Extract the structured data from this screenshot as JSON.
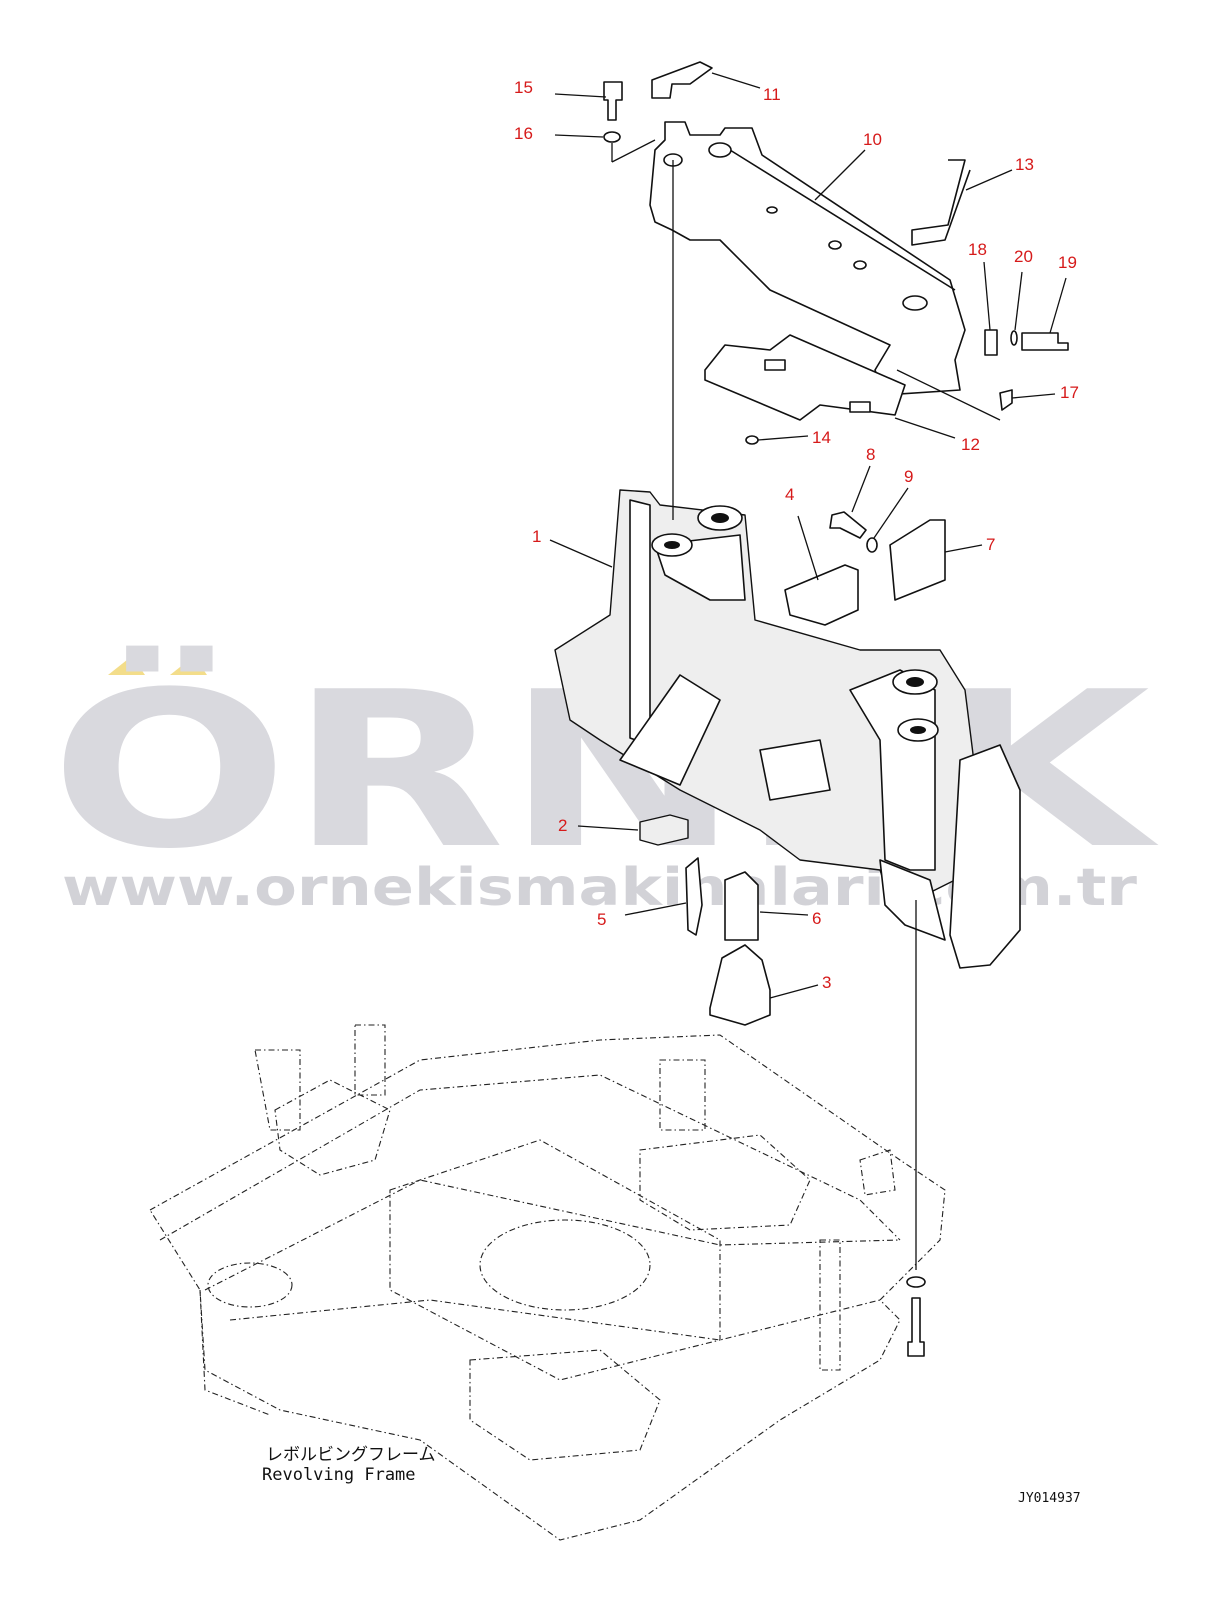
{
  "callouts": {
    "c1": "1",
    "c2": "2",
    "c3": "3",
    "c4": "4",
    "c5": "5",
    "c6": "6",
    "c7": "7",
    "c8": "8",
    "c9": "9",
    "c10": "10",
    "c11": "11",
    "c12": "12",
    "c13": "13",
    "c14": "14",
    "c15": "15",
    "c16": "16",
    "c17": "17",
    "c18": "18",
    "c19": "19",
    "c20": "20"
  },
  "frame_label": {
    "japanese": "レボルビングフレーム",
    "english": "Revolving Frame"
  },
  "drawing_code": "JY014937",
  "watermark": {
    "logo": "ÖRNEK",
    "url": "www.ornekismakinalari.com.tr"
  },
  "colors": {
    "callout": "#d61a1a",
    "watermark_gray": "#d9d9de",
    "watermark_accent": "#f3dd8a",
    "line": "#111111"
  }
}
